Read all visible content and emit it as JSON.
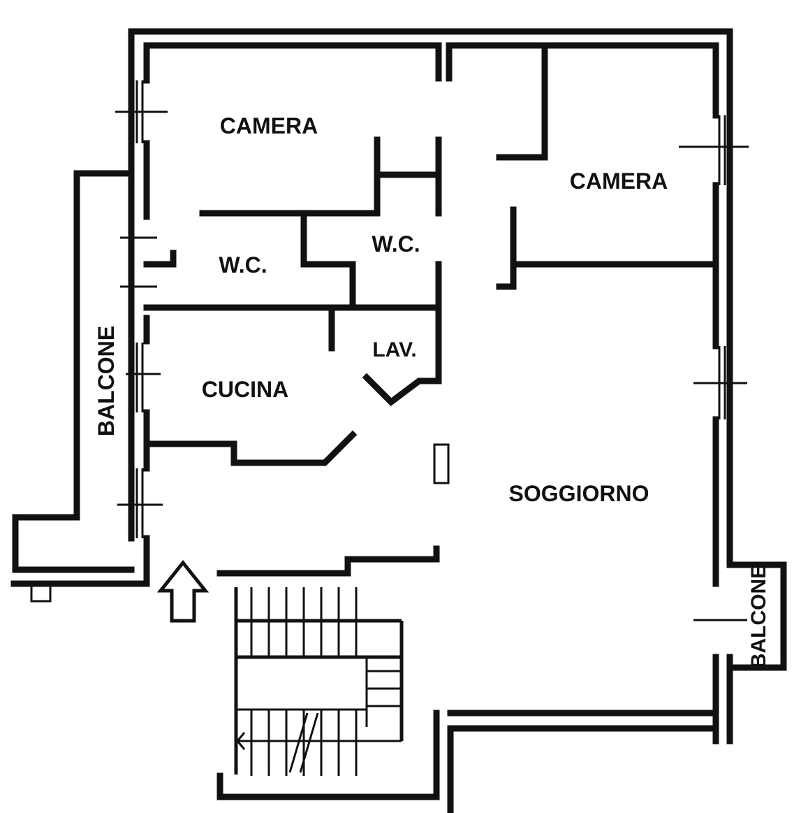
{
  "floorplan": {
    "rooms": {
      "camera_top_left": "CAMERA",
      "camera_top_right": "CAMERA",
      "wc_left": "W.C.",
      "wc_center": "W.C.",
      "lavanderia": "LAV.",
      "cucina": "CUCINA",
      "soggiorno": "SOGGIORNO",
      "balcone_left": "BALCONE",
      "balcone_right": "BALCONE"
    }
  }
}
